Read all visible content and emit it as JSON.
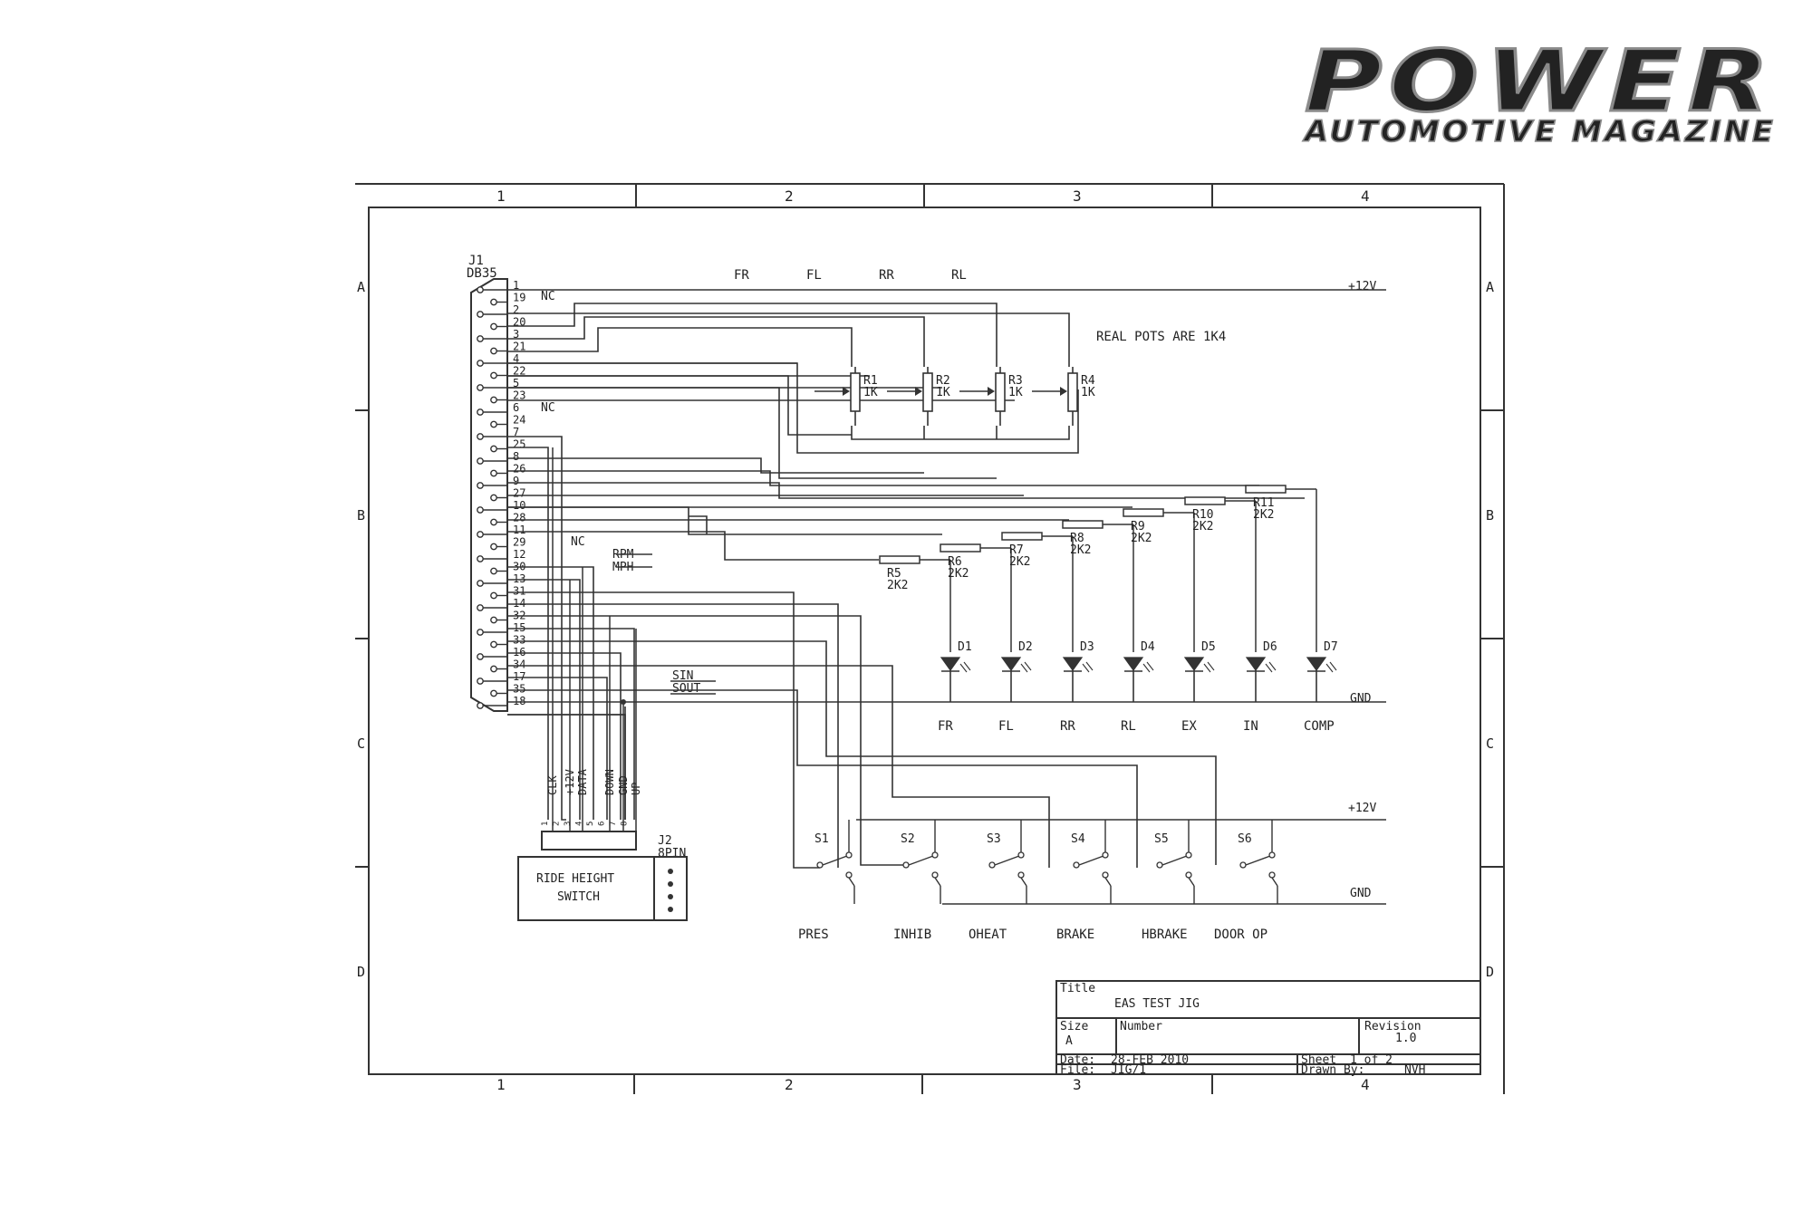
{
  "brand": {
    "title": "POWER",
    "subtitle": "AUTOMOTIVE MAGAZINE"
  },
  "frame": {
    "cols": [
      "1",
      "2",
      "3",
      "4"
    ],
    "rows": [
      "A",
      "B",
      "C",
      "D"
    ]
  },
  "connector_j1": {
    "ref": "J1",
    "type": "DB35",
    "pins": [
      "1",
      "19",
      "2",
      "20",
      "3",
      "21",
      "4",
      "22",
      "5",
      "23",
      "6",
      "24",
      "7",
      "25",
      "8",
      "26",
      "9",
      "27",
      "10",
      "28",
      "11",
      "29",
      "12",
      "30",
      "13",
      "31",
      "14",
      "32",
      "15",
      "33",
      "16",
      "34",
      "17",
      "35",
      "18"
    ],
    "nc": "NC",
    "rpm": "RPM",
    "mph": "MPH",
    "sin": "SIN",
    "sout": "SOUT"
  },
  "pot_headers": [
    "FR",
    "FL",
    "RR",
    "RL"
  ],
  "rails": {
    "plus12": "+12V",
    "gnd": "GND"
  },
  "note": "REAL POTS ARE 1K4",
  "pots": [
    {
      "ref": "R1",
      "value": "1K"
    },
    {
      "ref": "R2",
      "value": "1K"
    },
    {
      "ref": "R3",
      "value": "1K"
    },
    {
      "ref": "R4",
      "value": "1K"
    }
  ],
  "resistors": [
    {
      "ref": "R5",
      "value": "2K2"
    },
    {
      "ref": "R6",
      "value": "2K2"
    },
    {
      "ref": "R7",
      "value": "2K2"
    },
    {
      "ref": "R8",
      "value": "2K2"
    },
    {
      "ref": "R9",
      "value": "2K2"
    },
    {
      "ref": "R10",
      "value": "2K2"
    },
    {
      "ref": "R11",
      "value": "2K2"
    }
  ],
  "leds": [
    {
      "ref": "D1",
      "label": "FR"
    },
    {
      "ref": "D2",
      "label": "FL"
    },
    {
      "ref": "D3",
      "label": "RR"
    },
    {
      "ref": "D4",
      "label": "RL"
    },
    {
      "ref": "D5",
      "label": "EX"
    },
    {
      "ref": "D6",
      "label": "IN"
    },
    {
      "ref": "D7",
      "label": "COMP"
    }
  ],
  "switches": [
    {
      "ref": "S1",
      "label": "PRES"
    },
    {
      "ref": "S2",
      "label": "INHIB"
    },
    {
      "ref": "S3",
      "label": "OHEAT"
    },
    {
      "ref": "S4",
      "label": "BRAKE"
    },
    {
      "ref": "S5",
      "label": "HBRAKE"
    },
    {
      "ref": "S6",
      "label": "DOOR OP"
    }
  ],
  "connector_j2": {
    "ref": "J2",
    "type": "8PIN",
    "signals": [
      "CLK",
      "+12V",
      "DATA",
      "DOWN",
      "GND",
      "UP"
    ],
    "pins": [
      "1",
      "2",
      "3",
      "4",
      "5",
      "6",
      "7",
      "8"
    ],
    "box_line1": "RIDE HEIGHT",
    "box_line2": "SWITCH"
  },
  "title_block": {
    "title_label": "Title",
    "title": "EAS TEST JIG",
    "size_label": "Size",
    "size": "A",
    "number_label": "Number",
    "revision_label": "Revision",
    "revision": "1.0",
    "date_label": "Date:",
    "date": "28-FEB  2010",
    "sheet_label": "Sheet",
    "sheet": "1  of  2",
    "file_label": "File:",
    "file": "JIG/1",
    "drawn_label": "Drawn By:",
    "drawn": "NVH"
  }
}
